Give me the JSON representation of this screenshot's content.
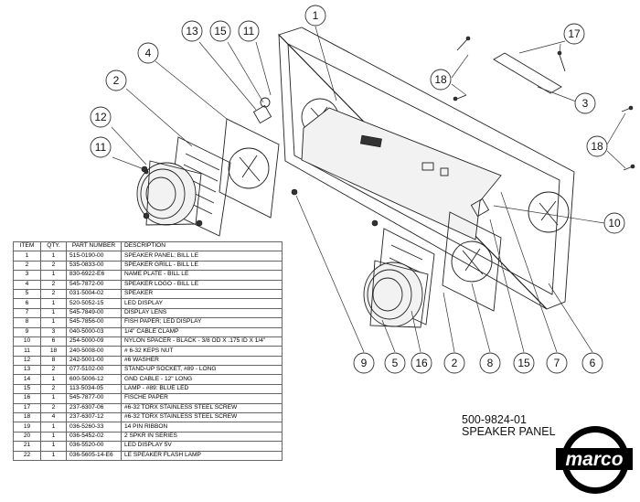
{
  "assembly": {
    "number": "500-9824-01",
    "name": "SPEAKER PANEL"
  },
  "logo": {
    "text": "marco"
  },
  "table": {
    "headers": [
      "ITEM",
      "QTY.",
      "PART NUMBER",
      "DESCRIPTION"
    ],
    "rows": [
      [
        "1",
        "1",
        "515-0190-00",
        "SPEAKER PANEL; BILL LE"
      ],
      [
        "2",
        "2",
        "535-0833-00",
        "SPEAKER GRILL - BILL LE"
      ],
      [
        "3",
        "1",
        "830-6922-E6",
        "NAME PLATE - BILL LE"
      ],
      [
        "4",
        "2",
        "545-7872-00",
        "SPEAKER LOGO - BILL LE"
      ],
      [
        "5",
        "2",
        "031-5004-02",
        "SPEAKER"
      ],
      [
        "6",
        "1",
        "520-5052-15",
        "LED DISPLAY"
      ],
      [
        "7",
        "1",
        "545-7849-00",
        "DISPLAY LENS"
      ],
      [
        "8",
        "1",
        "545-7856-00",
        "FISH PAPER; LED DISPLAY"
      ],
      [
        "9",
        "3",
        "040-5000-03",
        "1/4\" CABLE CLAMP"
      ],
      [
        "10",
        "6",
        "254-5000-09",
        "NYLON SPACER - BLACK - 3/8 OD X .175 ID X 1/4\""
      ],
      [
        "11",
        "18",
        "240-5008-00",
        "# 6-32 KEPS NUT"
      ],
      [
        "12",
        "8",
        "242-5001-00",
        "#6 WASHER"
      ],
      [
        "13",
        "2",
        "077-5102-00",
        "STAND-UP SOCKET, #89 - LONG"
      ],
      [
        "14",
        "1",
        "600-5006-12",
        "GND CABLE - 12\" LONG"
      ],
      [
        "15",
        "2",
        "113-5034-05",
        "LAMP - #89: BLUE LED"
      ],
      [
        "16",
        "1",
        "545-7877-00",
        "FISCHE PAPER"
      ],
      [
        "17",
        "2",
        "237-6307-06",
        "#6-32 TORX STAINLESS STEEL SCREW"
      ],
      [
        "18",
        "4",
        "237-6307-12",
        "#6-32 TORX STAINLESS STEEL SCREW"
      ],
      [
        "19",
        "1",
        "036-5260-33",
        "14 PIN RIBBON"
      ],
      [
        "20",
        "1",
        "036-5452-02",
        "2 SPKR IN SERIES"
      ],
      [
        "21",
        "1",
        "036-5520-00",
        "LED DISPLAY 5V"
      ],
      [
        "22",
        "1",
        "036-5605-14-E6",
        "LE SPEAKER FLASH LAMP"
      ]
    ]
  },
  "callouts": [
    {
      "label": "1"
    },
    {
      "label": "2"
    },
    {
      "label": "4"
    },
    {
      "label": "13"
    },
    {
      "label": "15"
    },
    {
      "label": "11"
    },
    {
      "label": "12"
    },
    {
      "label": "11"
    },
    {
      "label": "17"
    },
    {
      "label": "18"
    },
    {
      "label": "3"
    },
    {
      "label": "18"
    },
    {
      "label": "10"
    },
    {
      "label": "9"
    },
    {
      "label": "5"
    },
    {
      "label": "16"
    },
    {
      "label": "2"
    },
    {
      "label": "8"
    },
    {
      "label": "15"
    },
    {
      "label": "7"
    },
    {
      "label": "6"
    }
  ]
}
